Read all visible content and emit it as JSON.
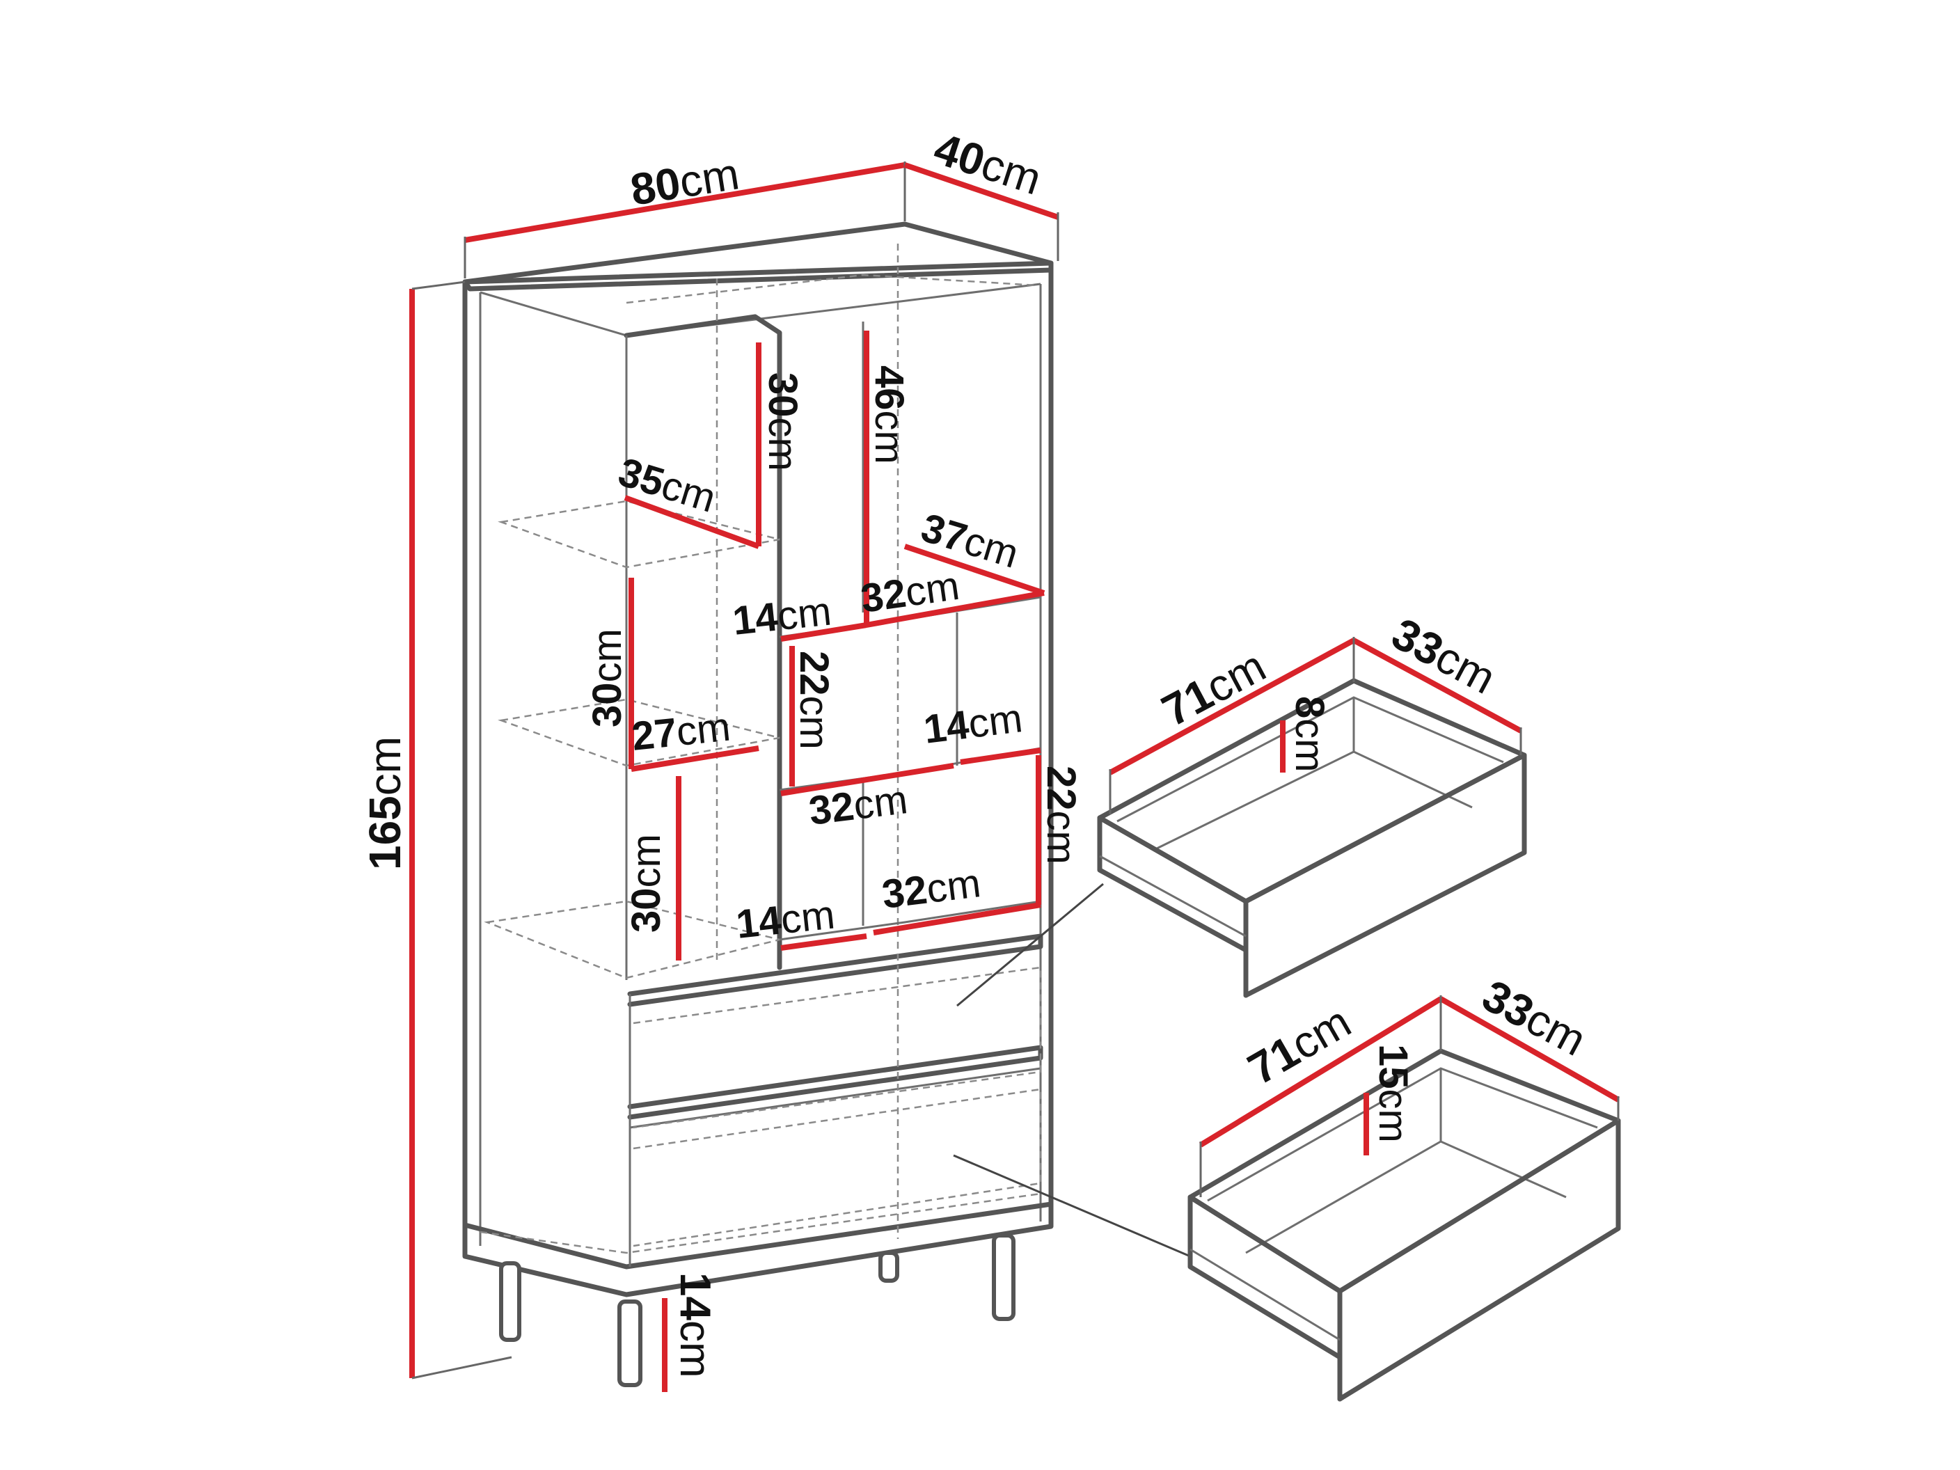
{
  "colors": {
    "dimension_line": "#d8232a",
    "outline": "#555555",
    "text": "#111111"
  },
  "cabinet": {
    "width": {
      "value": "80",
      "unit": "cm"
    },
    "depth": {
      "value": "40",
      "unit": "cm"
    },
    "height": {
      "value": "165",
      "unit": "cm"
    },
    "leg_height": {
      "value": "14",
      "unit": "cm"
    },
    "left_upper_depth": {
      "value": "35",
      "unit": "cm"
    },
    "left_upper_height": {
      "value": "30",
      "unit": "cm"
    },
    "left_mid_height": {
      "value": "30",
      "unit": "cm"
    },
    "left_mid_depth": {
      "value": "27",
      "unit": "cm"
    },
    "left_low_height": {
      "value": "30",
      "unit": "cm"
    },
    "right_top_height": {
      "value": "46",
      "unit": "cm"
    },
    "right_top_depth": {
      "value": "37",
      "unit": "cm"
    },
    "right_top_width": {
      "value": "32",
      "unit": "cm"
    },
    "center_upper_width": {
      "value": "14",
      "unit": "cm"
    },
    "center_mid_height": {
      "value": "22",
      "unit": "cm"
    },
    "right_mid_width": {
      "value": "14",
      "unit": "cm"
    },
    "center_low_width": {
      "value": "32",
      "unit": "cm"
    },
    "right_low_height": {
      "value": "22",
      "unit": "cm"
    },
    "center_bottom_width": {
      "value": "14",
      "unit": "cm"
    },
    "right_bottom_width": {
      "value": "32",
      "unit": "cm"
    }
  },
  "drawer_small": {
    "length": {
      "value": "71",
      "unit": "cm"
    },
    "depth": {
      "value": "33",
      "unit": "cm"
    },
    "height": {
      "value": "8",
      "unit": "cm"
    }
  },
  "drawer_large": {
    "length": {
      "value": "71",
      "unit": "cm"
    },
    "depth": {
      "value": "33",
      "unit": "cm"
    },
    "height": {
      "value": "15",
      "unit": "cm"
    }
  }
}
